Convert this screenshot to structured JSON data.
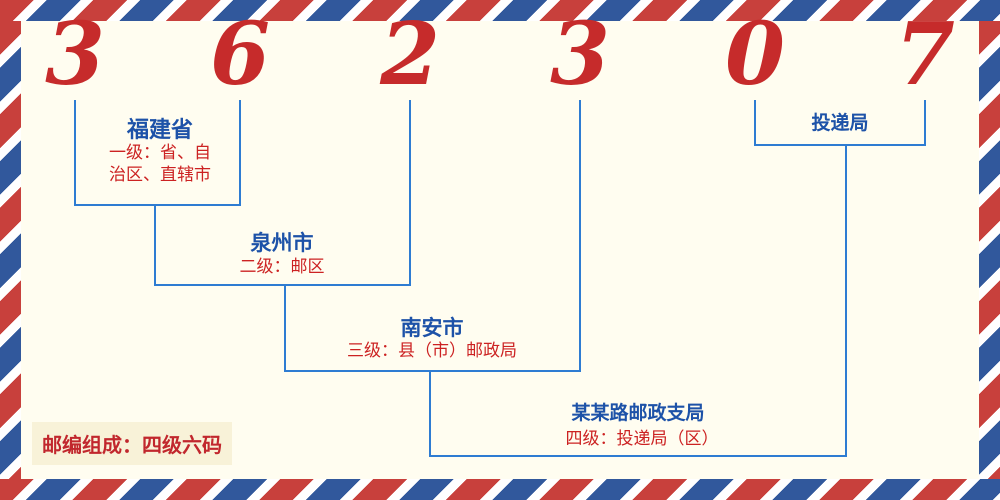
{
  "postal_code": {
    "digits": [
      "3",
      "6",
      "2",
      "3",
      "0",
      "7"
    ]
  },
  "levels": [
    {
      "name": "福建省",
      "desc": "一级：省、自\n治区、直辖市"
    },
    {
      "name": "泉州市",
      "desc": "二级：邮区"
    },
    {
      "name": "南安市",
      "desc": "三级：县（市）邮政局"
    },
    {
      "name": "某某路邮政支局",
      "desc": "四级：投递局（区）"
    },
    {
      "name": "投递局",
      "desc": ""
    }
  ],
  "footer": {
    "composition_label": "邮编组成：四级六码"
  },
  "colors": {
    "digit_red": "#c62b2b",
    "label_blue": "#1d52a8",
    "desc_red": "#cc2222",
    "line_blue": "#2e7cd2",
    "border_red": "#c8403c",
    "border_blue": "#31589c",
    "background": "#fffdf0"
  }
}
